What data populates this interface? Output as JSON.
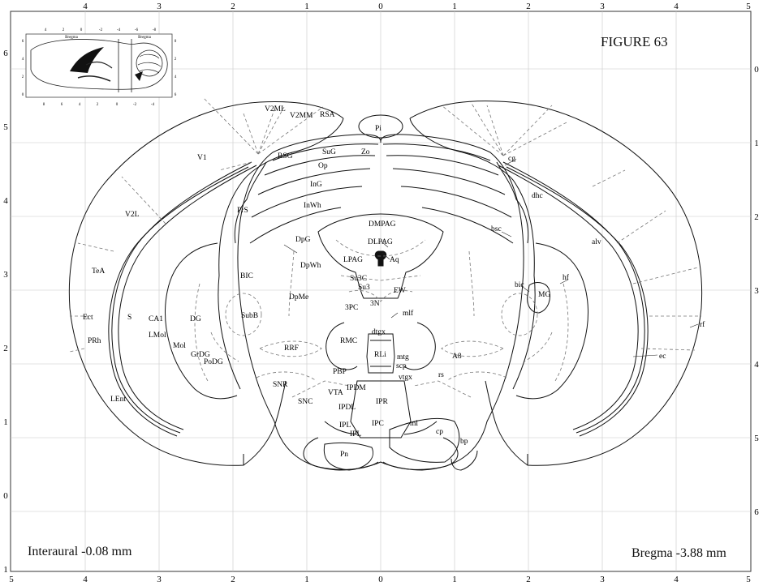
{
  "figure_title": "FIGURE 63",
  "interaural_label": "Interaural -0.08 mm",
  "bregma_label": "Bregma -3.88 mm",
  "top_axis_ticks": [
    "4",
    "3",
    "2",
    "1",
    "0",
    "1",
    "2",
    "3",
    "4",
    "5"
  ],
  "bottom_axis_ticks": [
    "5",
    "4",
    "3",
    "2",
    "1",
    "0",
    "1",
    "2",
    "3",
    "4",
    "5"
  ],
  "left_axis_ticks": [
    "6",
    "5",
    "4",
    "3",
    "2",
    "1",
    "0",
    "1"
  ],
  "right_axis_ticks": [
    "0",
    "1",
    "2",
    "3",
    "4",
    "5",
    "6"
  ],
  "inset": {
    "title_left": "Bregma",
    "title_right": "Bregma",
    "top_ticks": [
      "4",
      "2",
      "0",
      "-2",
      "-4",
      "-6",
      "-8"
    ],
    "bottom_ticks": [
      "8",
      "6",
      "4",
      "2",
      "0",
      "-2",
      "-4"
    ],
    "left_ticks": [
      "6",
      "4",
      "2",
      "0"
    ],
    "right_ticks": [
      "0",
      "2",
      "4",
      "6"
    ]
  },
  "region_labels": {
    "V2ML": "V2ML",
    "V2MM": "V2MM",
    "RSA": "RSA",
    "Pi": "Pi",
    "V1": "V1",
    "RSG": "RSG",
    "SuG": "SuG",
    "Zo": "Zo",
    "Op": "Op",
    "InG": "InG",
    "InWh": "InWh",
    "cg": "cg",
    "dhc": "dhc",
    "V2L": "V2L",
    "PrS": "PrS",
    "DMPAG": "DMPAG",
    "DLPAG": "DLPAG",
    "bsc": "bsc",
    "alv": "alv",
    "DpG": "DpG",
    "DpWh": "DpWh",
    "LPAG": "LPAG",
    "Aq": "Aq",
    "TeA": "TeA",
    "BIC": "BIC",
    "Su3C": "Su3C",
    "Su3": "Su3",
    "EW": "EW",
    "bic": "bic",
    "hf": "hf",
    "MG": "MG",
    "DpMe": "DpMe",
    "3PC": "3PC",
    "3N": "3N",
    "mlf": "mlf",
    "Ect": "Ect",
    "S": "S",
    "CA1": "CA1",
    "DG": "DG",
    "SubB": "SubB",
    "rf": "rf",
    "dtgx": "dtgx",
    "LMol": "LMol",
    "RMC": "RMC",
    "Mol": "Mol",
    "PRh": "PRh",
    "RRF": "RRF",
    "RLi": "RLi",
    "GrDG": "GrDG",
    "PoDG": "PoDG",
    "mtg": "mtg",
    "A8": "A8",
    "ec": "ec",
    "scp": "scp",
    "PBP": "PBP",
    "vtgx": "vtgx",
    "rs": "rs",
    "IPDM": "IPDM",
    "SNR": "SNR",
    "VTA": "VTA",
    "LEnt": "LEnt",
    "SNC": "SNC",
    "IPR": "IPR",
    "IPDL": "IPDL",
    "IPL": "IPL",
    "ml": "ml",
    "IPC": "IPC",
    "cp": "cp",
    "bp": "bp",
    "Pn": "Pn"
  }
}
